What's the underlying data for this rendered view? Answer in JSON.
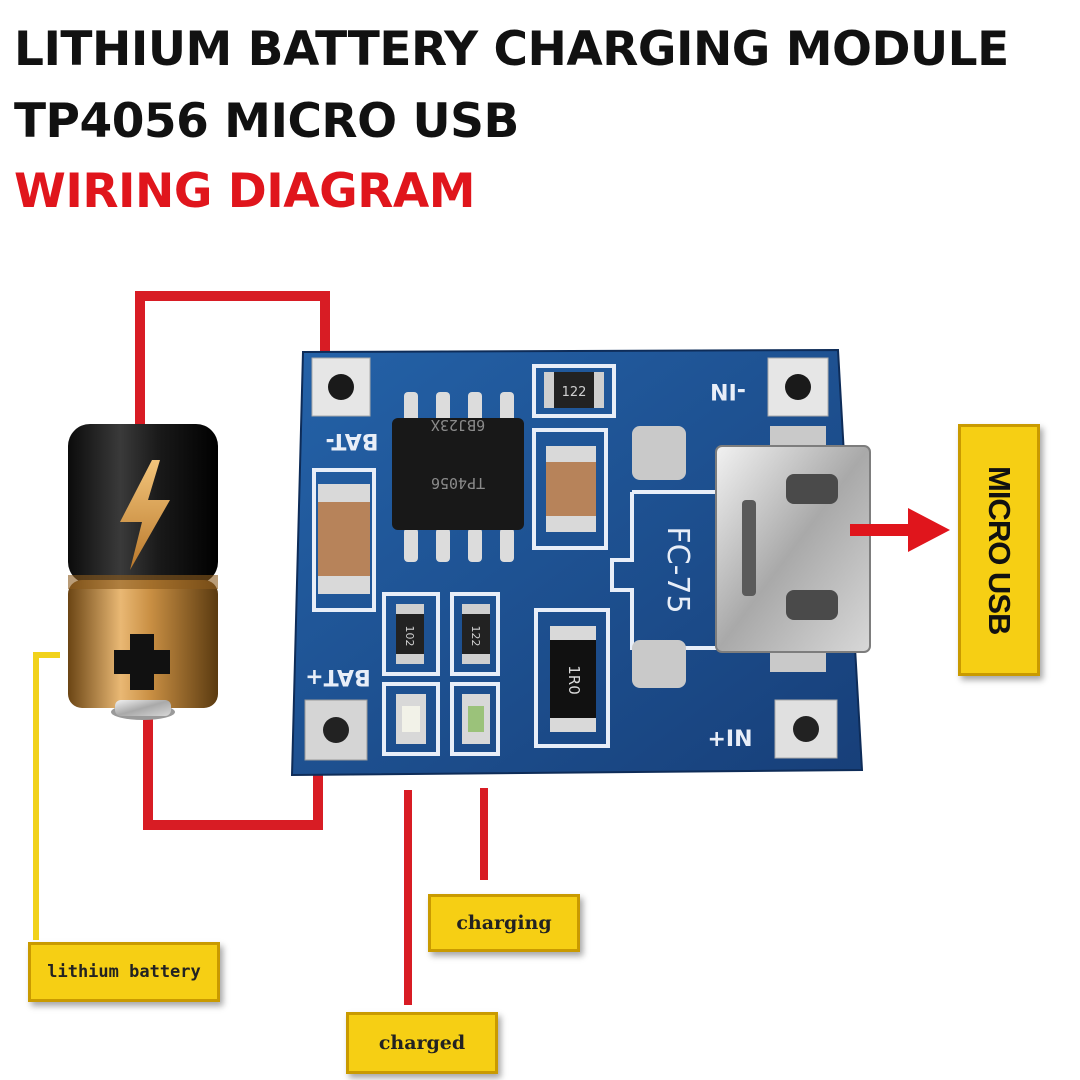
{
  "title": {
    "line1": "LITHIUM BATTERY CHARGING MODULE",
    "line2": "TP4056 MICRO USB",
    "line3": "WIRING DIAGRAM"
  },
  "colors": {
    "title": "#111111",
    "accent": "#e0151c",
    "wire_red": "#d81c24",
    "wire_yellow": "#f1d21b",
    "pcb": "#1d4f91",
    "callout": "#f6cf14"
  },
  "board": {
    "pad_bat_minus": "BAT-",
    "pad_bat_plus": "BAT+",
    "pad_in_minus": "-IN",
    "pad_in_plus": "+IN",
    "chip_line1": "TP4056",
    "chip_line2": "6BJ23X",
    "resistor_top": "122",
    "resistor_left": "102",
    "resistor_mid": "122",
    "resistor_big": "1R0",
    "outline_label": "FC-75"
  },
  "callouts": {
    "battery": "lithium battery",
    "charging": "charging",
    "charged": "charged",
    "micro_usb": "MICRO USB"
  },
  "icons": [
    "battery-icon",
    "lightning-bolt-icon",
    "plus-icon",
    "arrow-right-icon"
  ]
}
